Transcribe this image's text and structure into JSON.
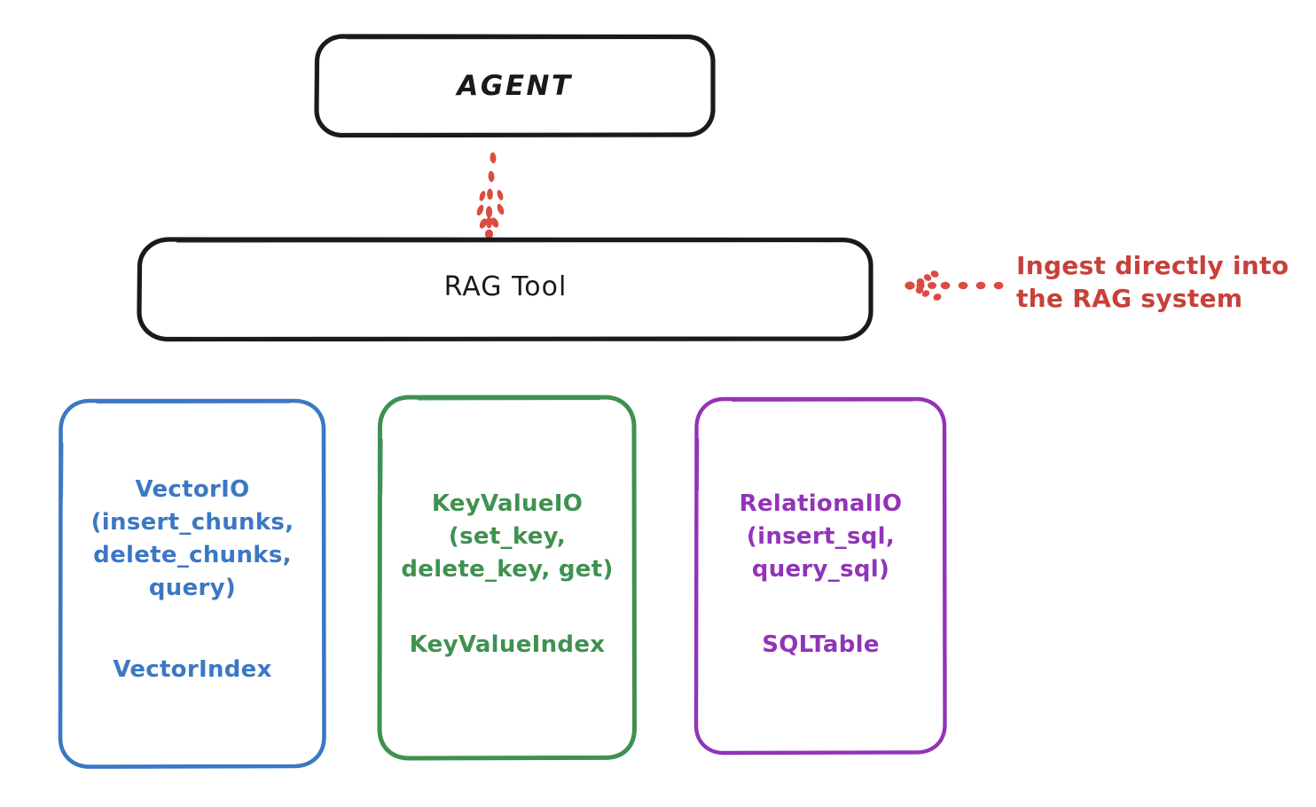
{
  "diagram": {
    "title_node": {
      "id": "agent",
      "label": "AGENT"
    },
    "tool_node": {
      "id": "rag-tool",
      "label": "RAG Tool"
    },
    "annotation": {
      "text": "Ingest directly into\nthe RAG system",
      "color": "#C8403A",
      "arrow": "dotted-arrow-left"
    },
    "connector": {
      "from": "agent",
      "to": "rag-tool",
      "style": "dotted-arrow-down",
      "color": "#DC4B42"
    },
    "stores": [
      {
        "id": "vector-io",
        "name": "VectorIO",
        "methods": "VectorIO\n(insert_chunks,\ndelete_chunks,\nquery)",
        "index": "VectorIndex",
        "color": "#3B78C3"
      },
      {
        "id": "key-value-io",
        "name": "KeyValueIO",
        "methods": "KeyValueIO\n(set_key,\ndelete_key, get)",
        "index": "KeyValueIndex",
        "color": "#3F9150"
      },
      {
        "id": "relational-io",
        "name": "RelationalIO",
        "methods": "RelationalIO\n(insert_sql,\nquery_sql)",
        "index": "SQLTable",
        "color": "#9134B8"
      }
    ],
    "palette": {
      "stroke_dark": "#1A1A1A",
      "blue": "#3B78C3",
      "green": "#3F9150",
      "purple": "#9134B8",
      "red": "#DC4B42",
      "background": "#FFFFFF"
    }
  }
}
